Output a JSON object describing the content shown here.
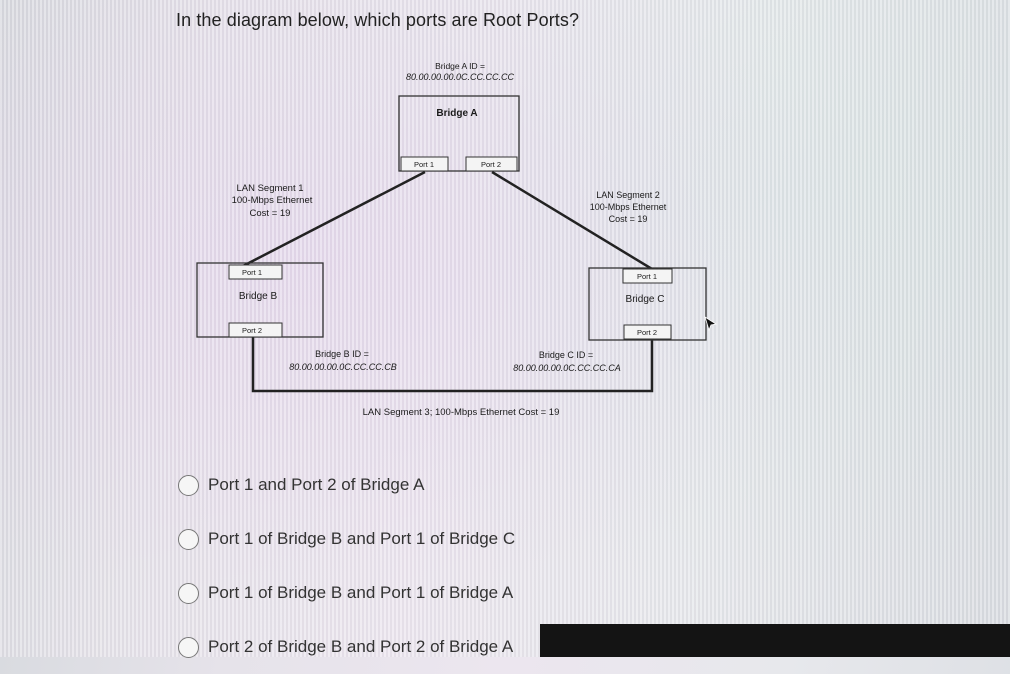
{
  "question": "In the diagram below, which ports are Root Ports?",
  "diagram": {
    "bridge_a": {
      "id_label": "Bridge A ID =",
      "id_value": "80.00.00.00.0C.CC.CC.CC",
      "name": "Bridge A",
      "port1": "Port 1",
      "port2": "Port 2"
    },
    "bridge_b": {
      "id_label": "Bridge B ID =",
      "id_value": "80.00.00.00.0C.CC.CC.CB",
      "name": "Bridge B",
      "port1": "Port 1",
      "port2": "Port 2"
    },
    "bridge_c": {
      "id_label": "Bridge C ID =",
      "id_value": "80.00.00.00.0C.CC.CC.CA",
      "name": "Bridge C",
      "port1": "Port 1",
      "port2": "Port 2"
    },
    "segment1": {
      "name": "LAN Segment 1",
      "type": "100-Mbps Ethernet",
      "cost": "Cost = 19"
    },
    "segment2": {
      "name": "LAN Segment 2",
      "type": "100-Mbps Ethernet",
      "cost": "Cost = 19"
    },
    "segment3": "LAN Segment 3; 100-Mbps Ethernet Cost = 19"
  },
  "options": [
    {
      "label": "Port 1 and Port 2 of Bridge A"
    },
    {
      "label": "Port 1 of Bridge B and Port 1 of Bridge C"
    },
    {
      "label": "Port 1 of Bridge B and Port 1 of Bridge A"
    },
    {
      "label": "Port 2 of Bridge B and Port 2 of Bridge A"
    }
  ]
}
